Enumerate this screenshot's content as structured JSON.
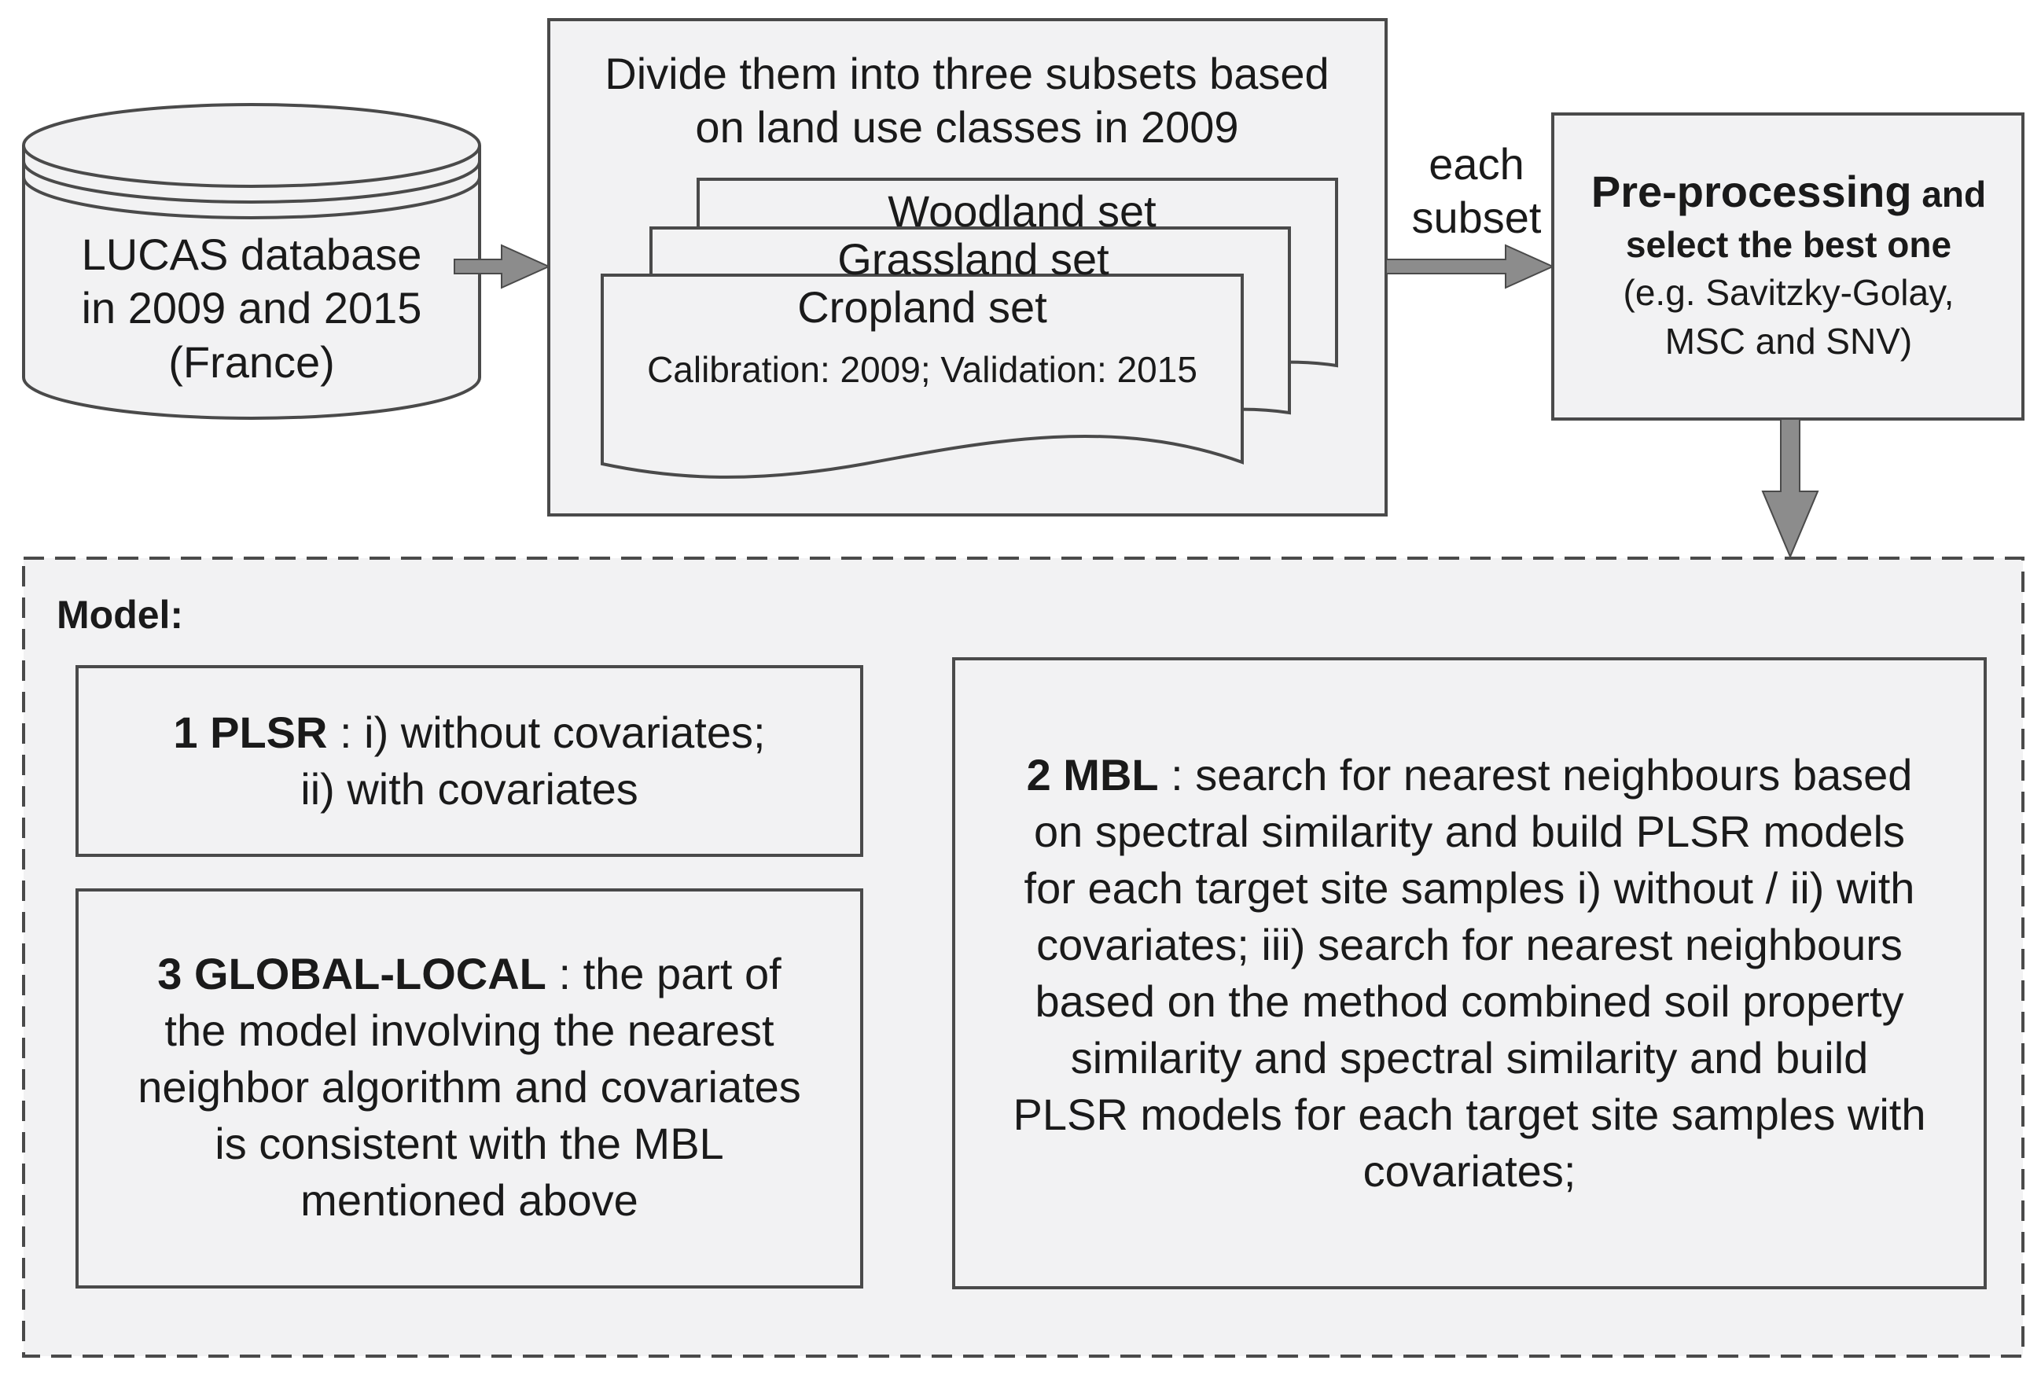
{
  "database": {
    "line1": "LUCAS database",
    "line2": "in 2009 and 2015",
    "line3": "(France)"
  },
  "divide": {
    "line1": "Divide them into three subsets based",
    "line2": "on land use classes in 2009",
    "woodland": "Woodland set",
    "grassland": "Grassland set",
    "cropland": "Cropland set",
    "calibration": "Calibration: 2009; Validation: 2015"
  },
  "connector": {
    "line1": "each",
    "line2": "subset"
  },
  "preprocessing": {
    "bold1": "Pre-processing",
    "rest1": " and",
    "bold2": "select the best one",
    "line3": "(e.g. Savitzky-Golay,",
    "line4": "MSC and SNV)"
  },
  "model": {
    "label": "Model:",
    "plsr": {
      "bold": "1 PLSR",
      "text1": " : i) without covariates;",
      "text2": "ii) with covariates"
    },
    "global_local": {
      "bold": "3 GLOBAL-LOCAL",
      "text1": " : the part of",
      "lines": [
        "the model involving the nearest",
        "neighbor algorithm and covariates",
        "is consistent with the MBL",
        "mentioned above"
      ]
    },
    "mbl": {
      "bold": "2 MBL",
      "text1": " : search for nearest neighbours based",
      "lines": [
        "on spectral similarity and build PLSR models",
        "for each target site samples i) without / ii) with",
        "covariates; iii) search for nearest neighbours",
        "based on the method combined soil property",
        "similarity and spectral similarity and build",
        "PLSR models for each target site samples with",
        "covariates;"
      ]
    }
  },
  "colors": {
    "box_fill": "#f2f2f3",
    "stroke": "#4a4a4a",
    "arrow": "#8c8c8c"
  }
}
